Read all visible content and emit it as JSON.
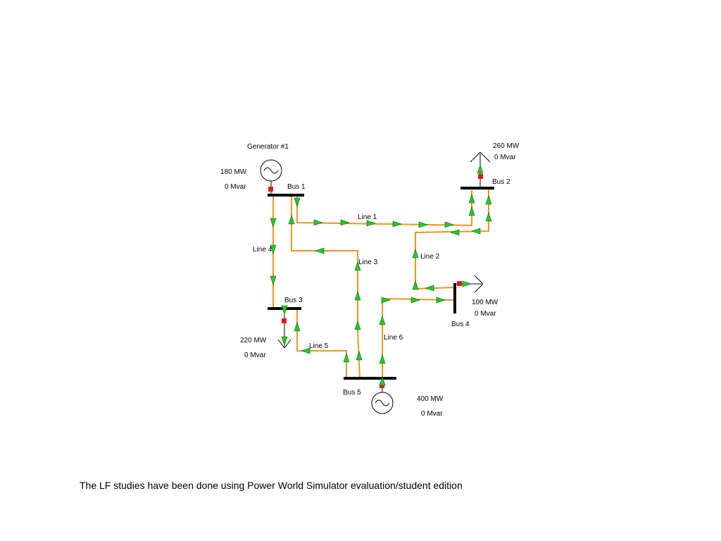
{
  "diagram": {
    "buses": {
      "bus1": "Bus 1",
      "bus2": "Bus 2",
      "bus3": "Bus 3",
      "bus4": "Bus 4",
      "bus5": "Bus 5"
    },
    "lines": {
      "line1": "Line 1",
      "line2": "Line 2",
      "line3": "Line 3",
      "line4": "Line 4",
      "line5": "Line 5",
      "line6": "Line 6"
    },
    "generator1": {
      "name": "Generator #1",
      "mw": "180 MW",
      "mvar": "0 Mvar"
    },
    "generator5": {
      "mw": "400 MW",
      "mvar": "0 Mvar"
    },
    "load2": {
      "mw": "260 MW",
      "mvar": "0 Mvar"
    },
    "load3": {
      "mw": "220 MW",
      "mvar": "0 Mvar"
    },
    "load4": {
      "mw": "100 MW",
      "mvar": "0 Mvar"
    },
    "colors": {
      "line": "#f39422",
      "flow_arrow": "#22cc22",
      "breaker": "#e01a1a",
      "bus": "#000000"
    }
  },
  "footnote": "The LF studies have been done using Power World Simulator evaluation/student edition"
}
